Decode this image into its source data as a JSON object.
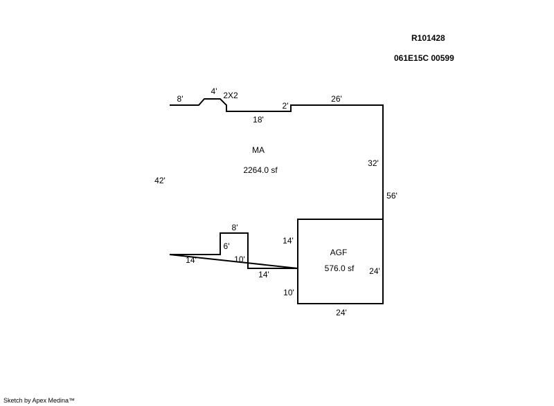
{
  "header": {
    "parcel_id": "R101428",
    "map_number": "061E15C 00599"
  },
  "footer": {
    "credit": "Sketch by Apex Medina™"
  },
  "areas": {
    "main": {
      "code": "MA",
      "area": "2264.0 sf"
    },
    "garage": {
      "code": "AGF",
      "area": "576.0 sf"
    }
  },
  "dimensions": {
    "top_left": "8'",
    "bump_top": "4'",
    "bump_label": "2X2",
    "notch_step": "2'",
    "top_right": "26'",
    "notch_bottom": "18'",
    "left_side": "42'",
    "right_upper": "32'",
    "right_total": "56'",
    "step_top": "8'",
    "step_side": "6'",
    "bottom_left": "14'",
    "step_drop": "10'",
    "bottom_mid": "14'",
    "garage_left_upper": "14'",
    "garage_left_lower": "10'",
    "garage_right": "24'",
    "garage_bottom": "24'"
  }
}
